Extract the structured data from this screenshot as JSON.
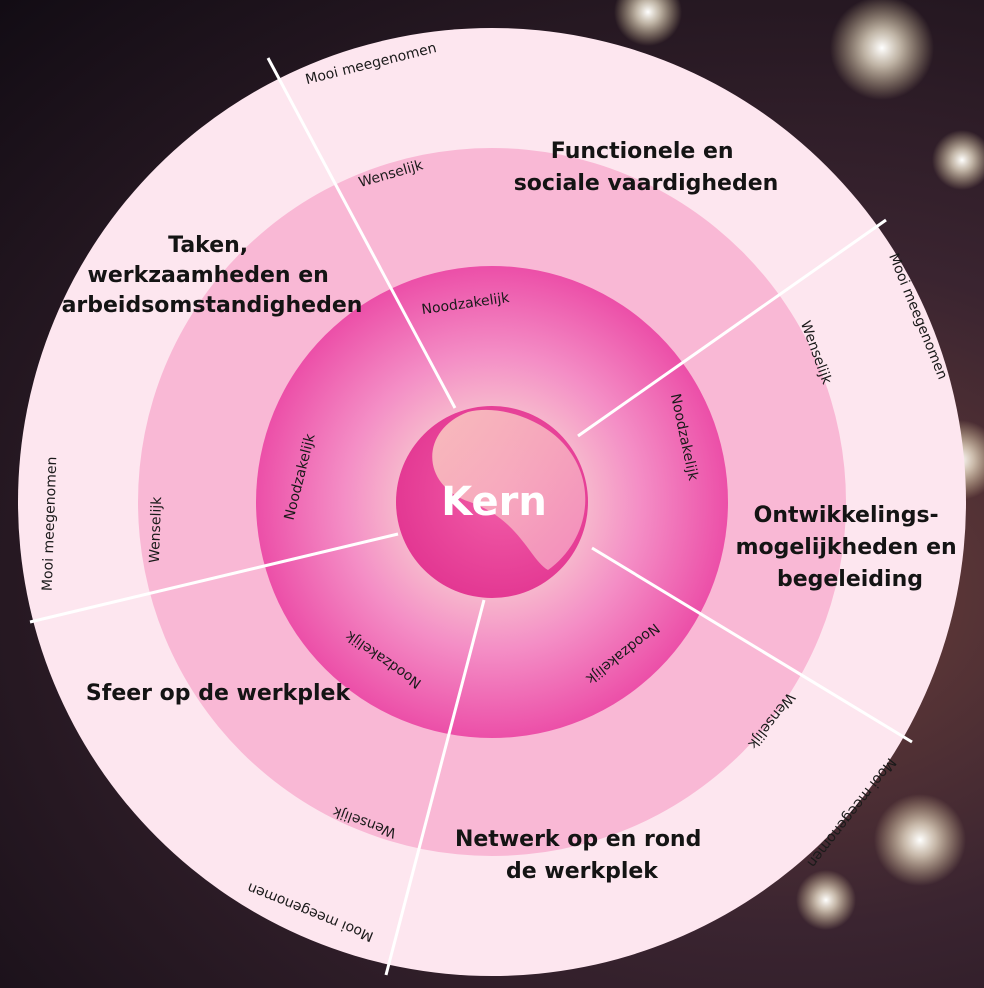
{
  "diagram": {
    "center": "Kern",
    "rings": {
      "inner": "Noodzakelijk",
      "middle": "Wenselijk",
      "outer": "Mooi meegenomen"
    },
    "segments": [
      {
        "title_lines": [
          "Taken,",
          "werkzaamheden en",
          "arbeidsomstandigheden"
        ]
      },
      {
        "title_lines": [
          "Functionele en",
          "sociale vaardigheden"
        ]
      },
      {
        "title_lines": [
          "Ontwikkelings-",
          "mogelijkheden en",
          "begeleiding"
        ]
      },
      {
        "title_lines": [
          "Netwerk op en rond",
          "de werkplek"
        ]
      },
      {
        "title_lines": [
          "Sfeer op de werkplek"
        ]
      }
    ]
  },
  "colors": {
    "outer_ring": "#fde6ef",
    "middle_ring": "#f9b8d5",
    "inner_ring": "#f06cb4",
    "core": "#e8409a",
    "divider": "#ffffff"
  }
}
